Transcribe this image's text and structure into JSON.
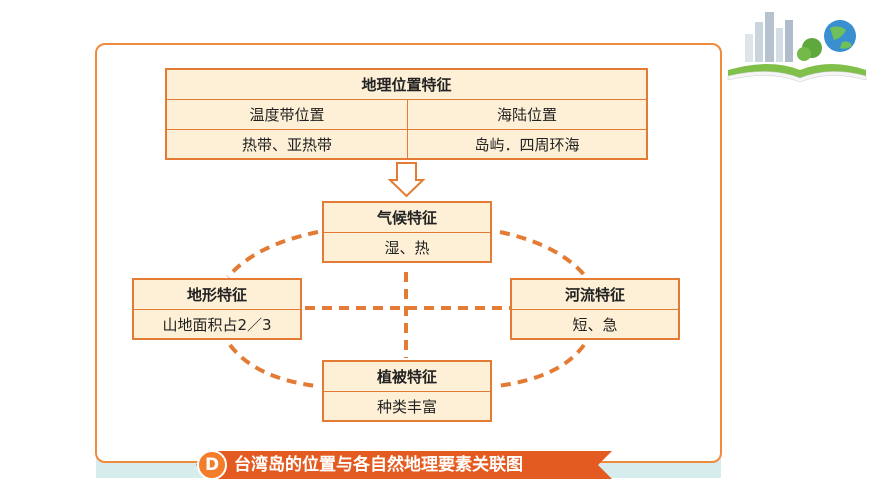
{
  "position_table": {
    "title": "地理位置特征",
    "col1_header": "温度带位置",
    "col2_header": "海陆位置",
    "col1_value": "热带、亚热带",
    "col2_value": "岛屿．四周环海"
  },
  "nodes": {
    "climate": {
      "title": "气候特征",
      "value": "湿、热"
    },
    "terrain": {
      "title": "地形特征",
      "value": "山地面积占2／3"
    },
    "river": {
      "title": "河流特征",
      "value": "短、急"
    },
    "vegetation": {
      "title": "植被特征",
      "value": "种类丰富"
    }
  },
  "caption": {
    "badge": "D",
    "text": "台湾岛的位置与各自然地理要素关联图"
  },
  "colors": {
    "accent": "#e47b34",
    "box_fill": "#fdf0d6",
    "ribbon": "#e35b20"
  }
}
